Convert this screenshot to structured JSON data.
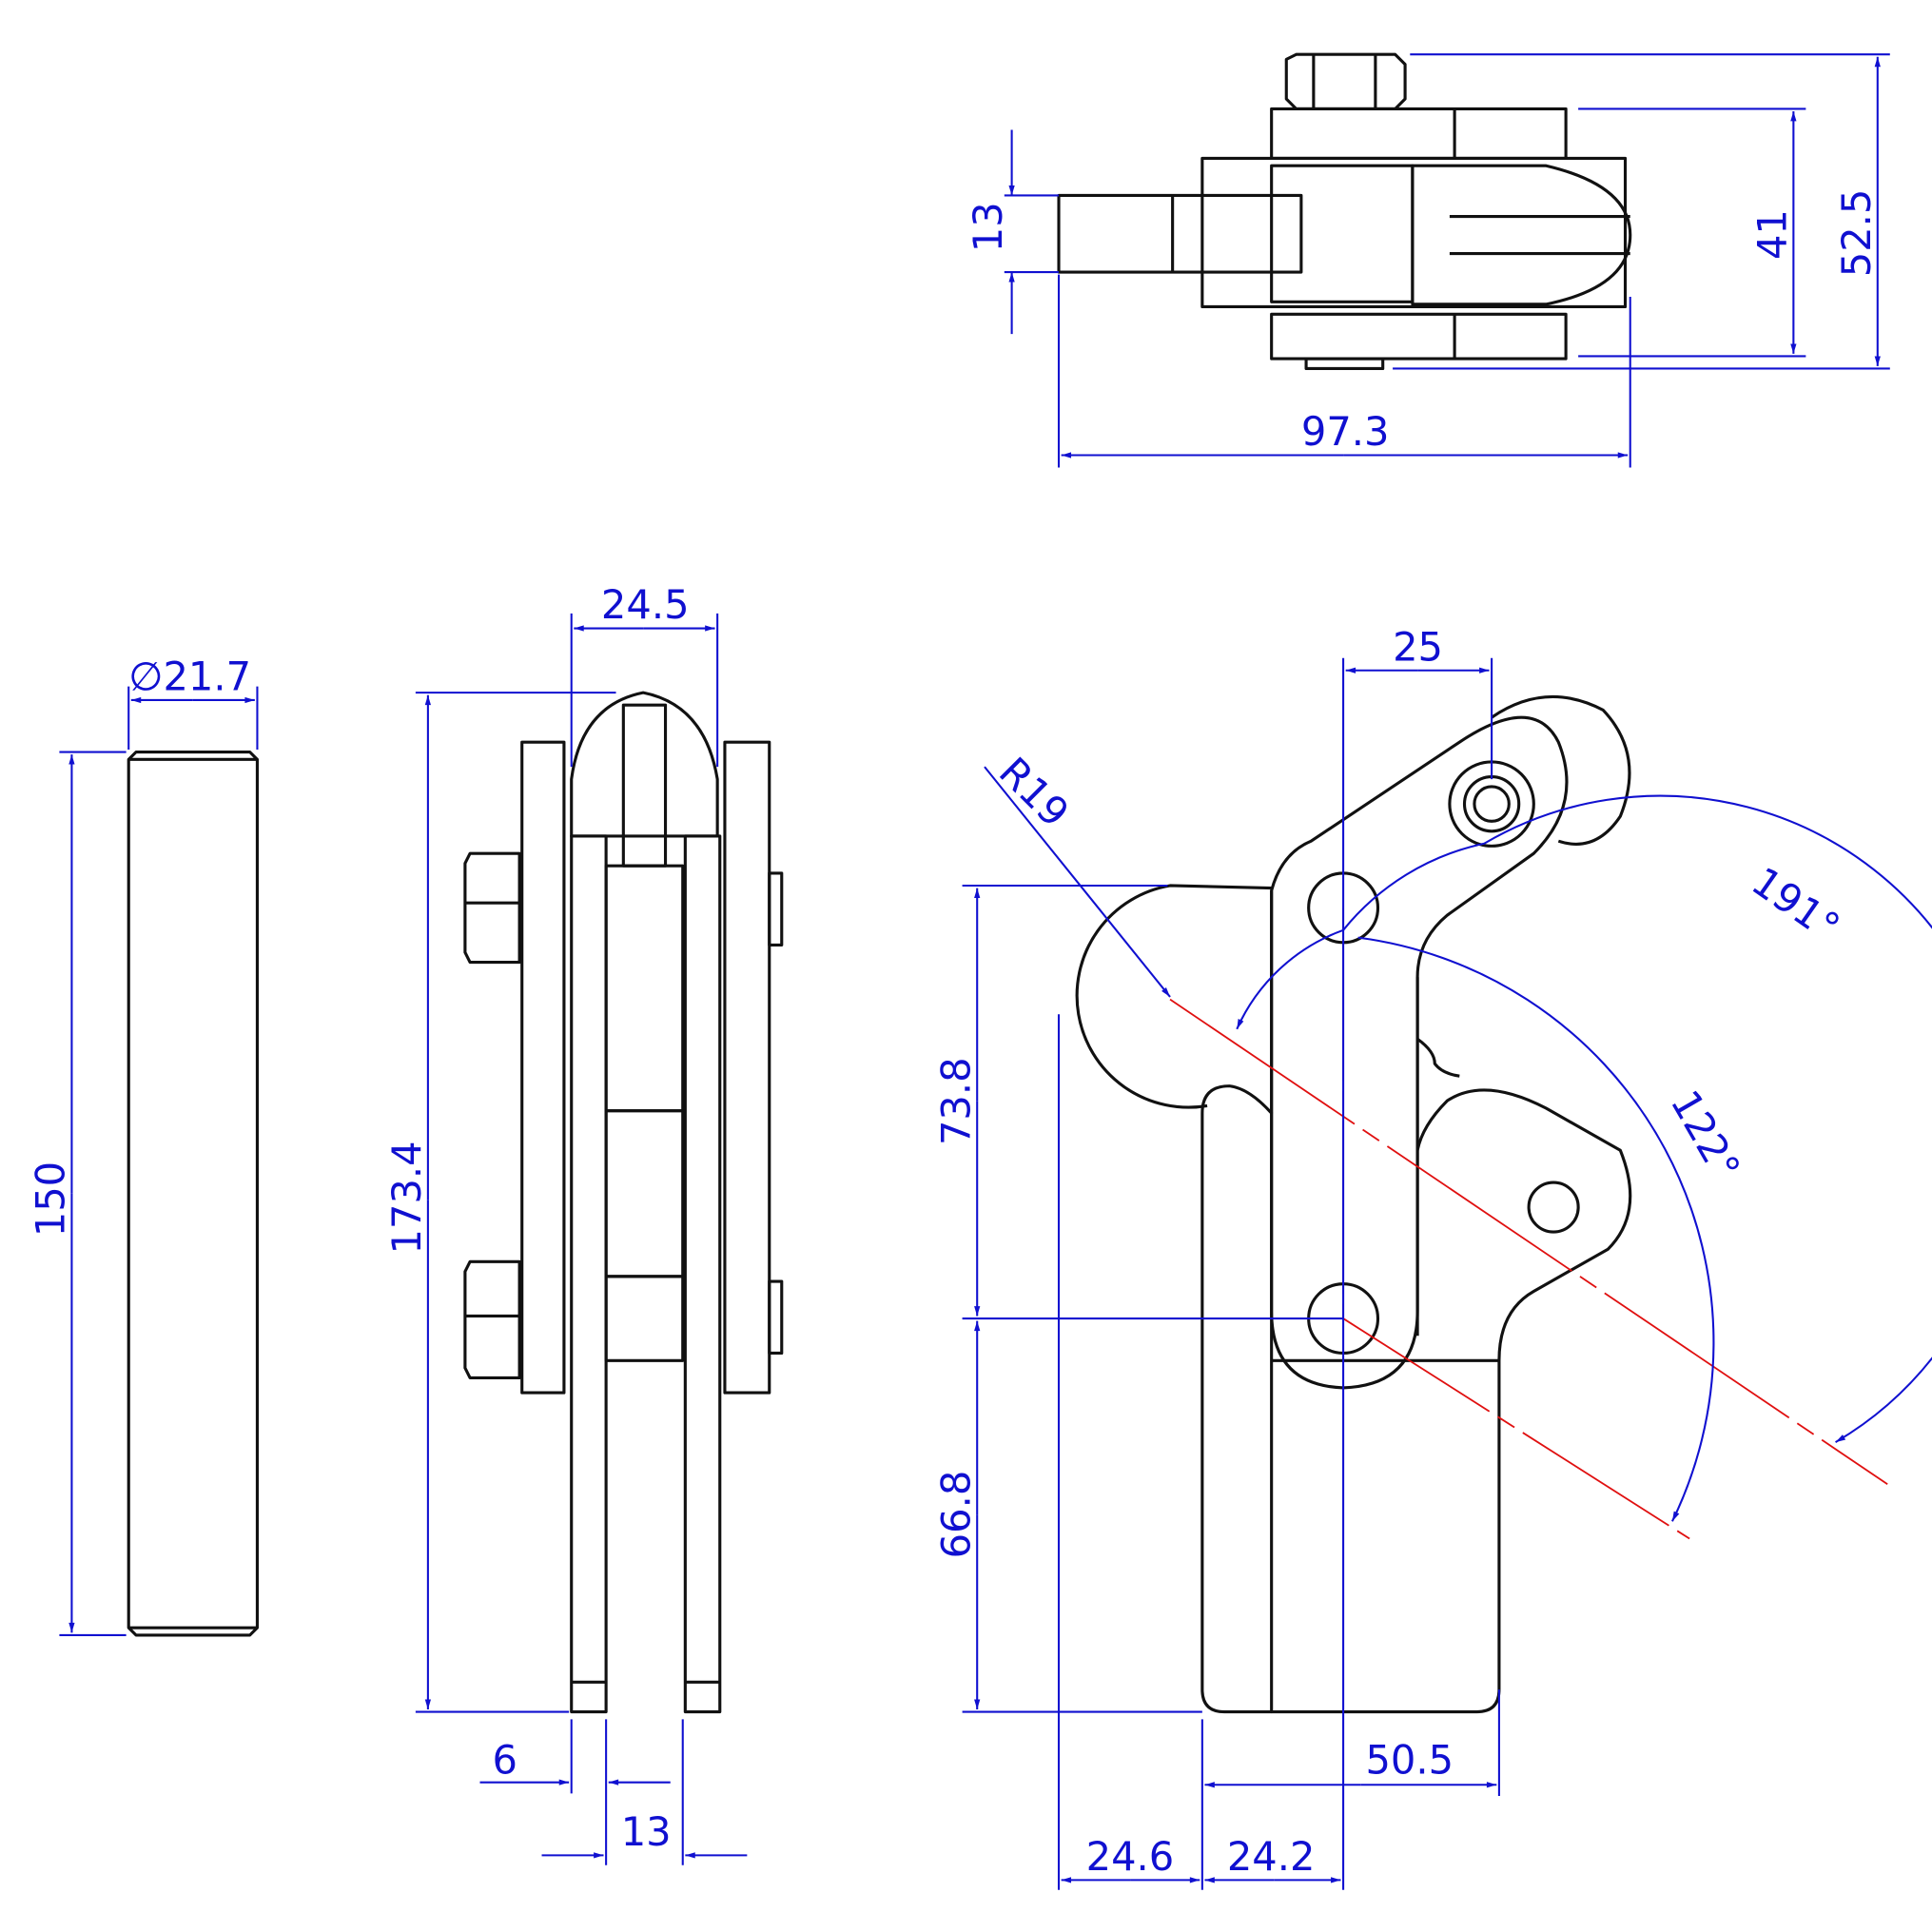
{
  "dimensions": {
    "top_view": {
      "d13": "13",
      "d41": "41",
      "d52_5": "52.5",
      "d97_3": "97.3"
    },
    "pin": {
      "diameter": "∅21.7",
      "length": "150"
    },
    "side_view": {
      "width": "24.5",
      "height": "173.4",
      "plate": "6",
      "gap": "13"
    },
    "front_view": {
      "d25": "25",
      "radius": "R19",
      "angle_191": "191°",
      "angle_122": "122°",
      "d73_8": "73.8",
      "d66_8": "66.8",
      "d50_5": "50.5",
      "d24_6": "24.6",
      "d24_2": "24.2"
    }
  },
  "colors": {
    "outline": "#111111",
    "dimension": "#1010d0",
    "centerline": "#e01010"
  }
}
